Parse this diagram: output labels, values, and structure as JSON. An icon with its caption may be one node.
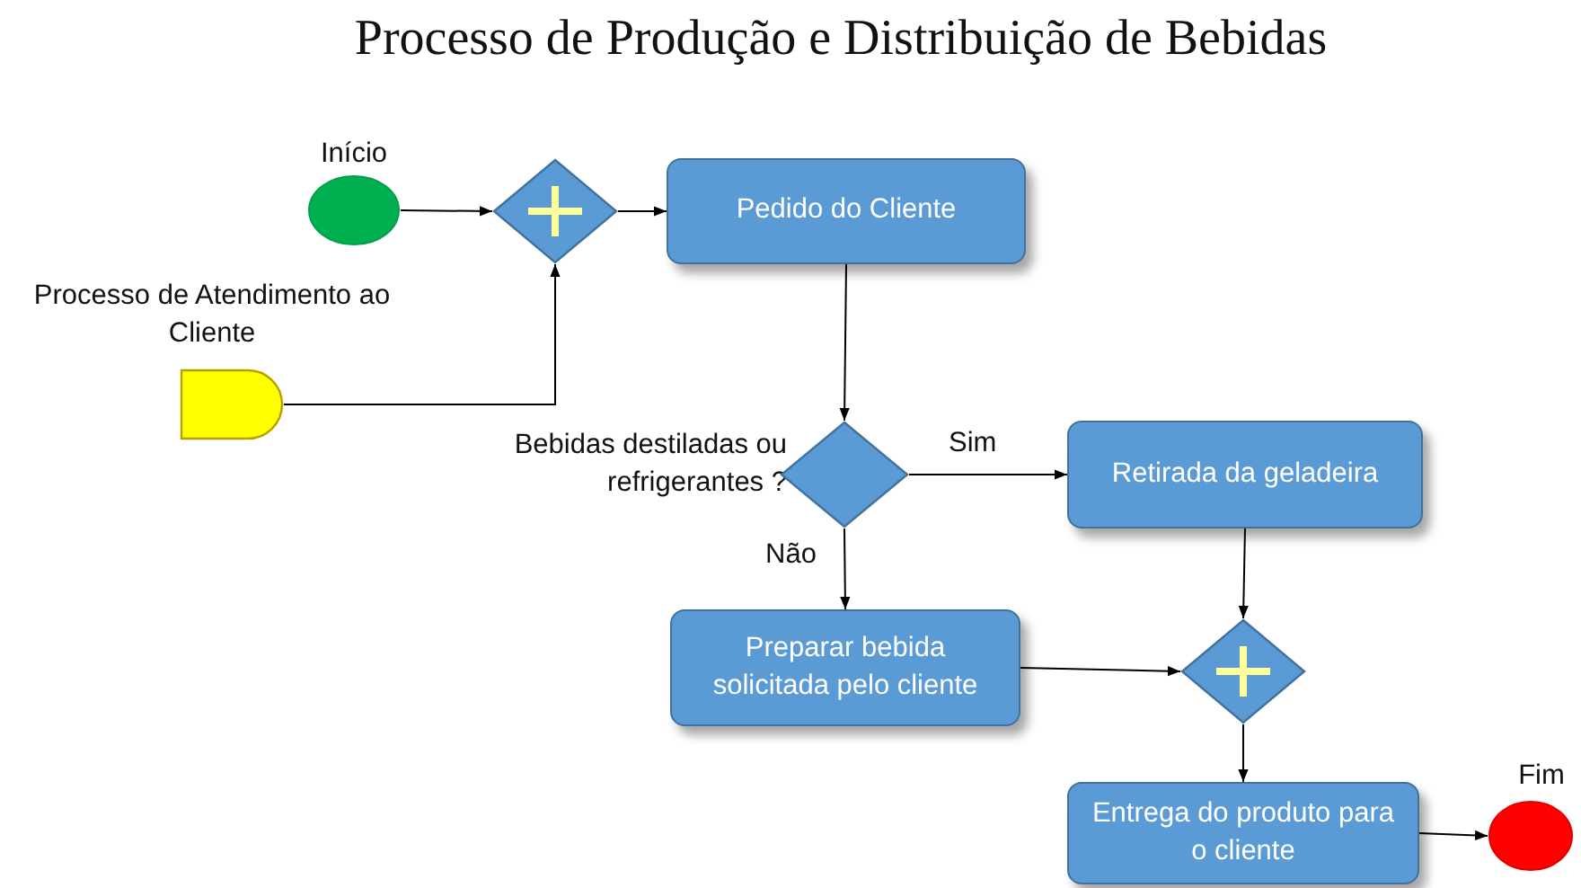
{
  "diagram": {
    "title": "Processo de Produção e Distribuição de Bebidas",
    "nodes": [
      {
        "text": [
          "Início"
        ]
      },
      {
        "text": [],
        "shape": "diamond"
      },
      {
        "text": [
          "Pedido do Cliente"
        ]
      },
      {
        "text": [
          "Processo de Atendimento ao Cliente"
        ]
      },
      {
        "text": [
          "Bebidas destiladas ou refrigerantes ?"
        ]
      },
      {
        "text": [
          "Retirada da geladeira"
        ]
      },
      {
        "text": [
          "Preparar bebida solicitada pelo cliente"
        ]
      },
      {
        "text": [],
        "shape": "diamond"
      },
      {
        "text": [
          "Entrega do produto para o cliente"
        ]
      },
      {
        "text": [
          "Fim"
        ]
      }
    ],
    "edges": [
      {
        "from": 0,
        "to": 1,
        "arrow": "to"
      },
      {
        "from": 3,
        "to": 1,
        "arrow": "to"
      },
      {
        "from": 1,
        "to": 2,
        "arrow": "to"
      },
      {
        "from": 2,
        "to": 4,
        "arrow": "to"
      },
      {
        "from": 4,
        "to": 5,
        "arrow": "to",
        "label": "Sim"
      },
      {
        "from": 4,
        "to": 6,
        "arrow": "to",
        "label": "Não"
      },
      {
        "from": 5,
        "to": 7,
        "arrow": "to"
      },
      {
        "from": 6,
        "to": 7,
        "arrow": "to"
      },
      {
        "from": 7,
        "to": 8,
        "arrow": "to"
      },
      {
        "from": 8,
        "to": 9,
        "arrow": "to"
      }
    ]
  }
}
